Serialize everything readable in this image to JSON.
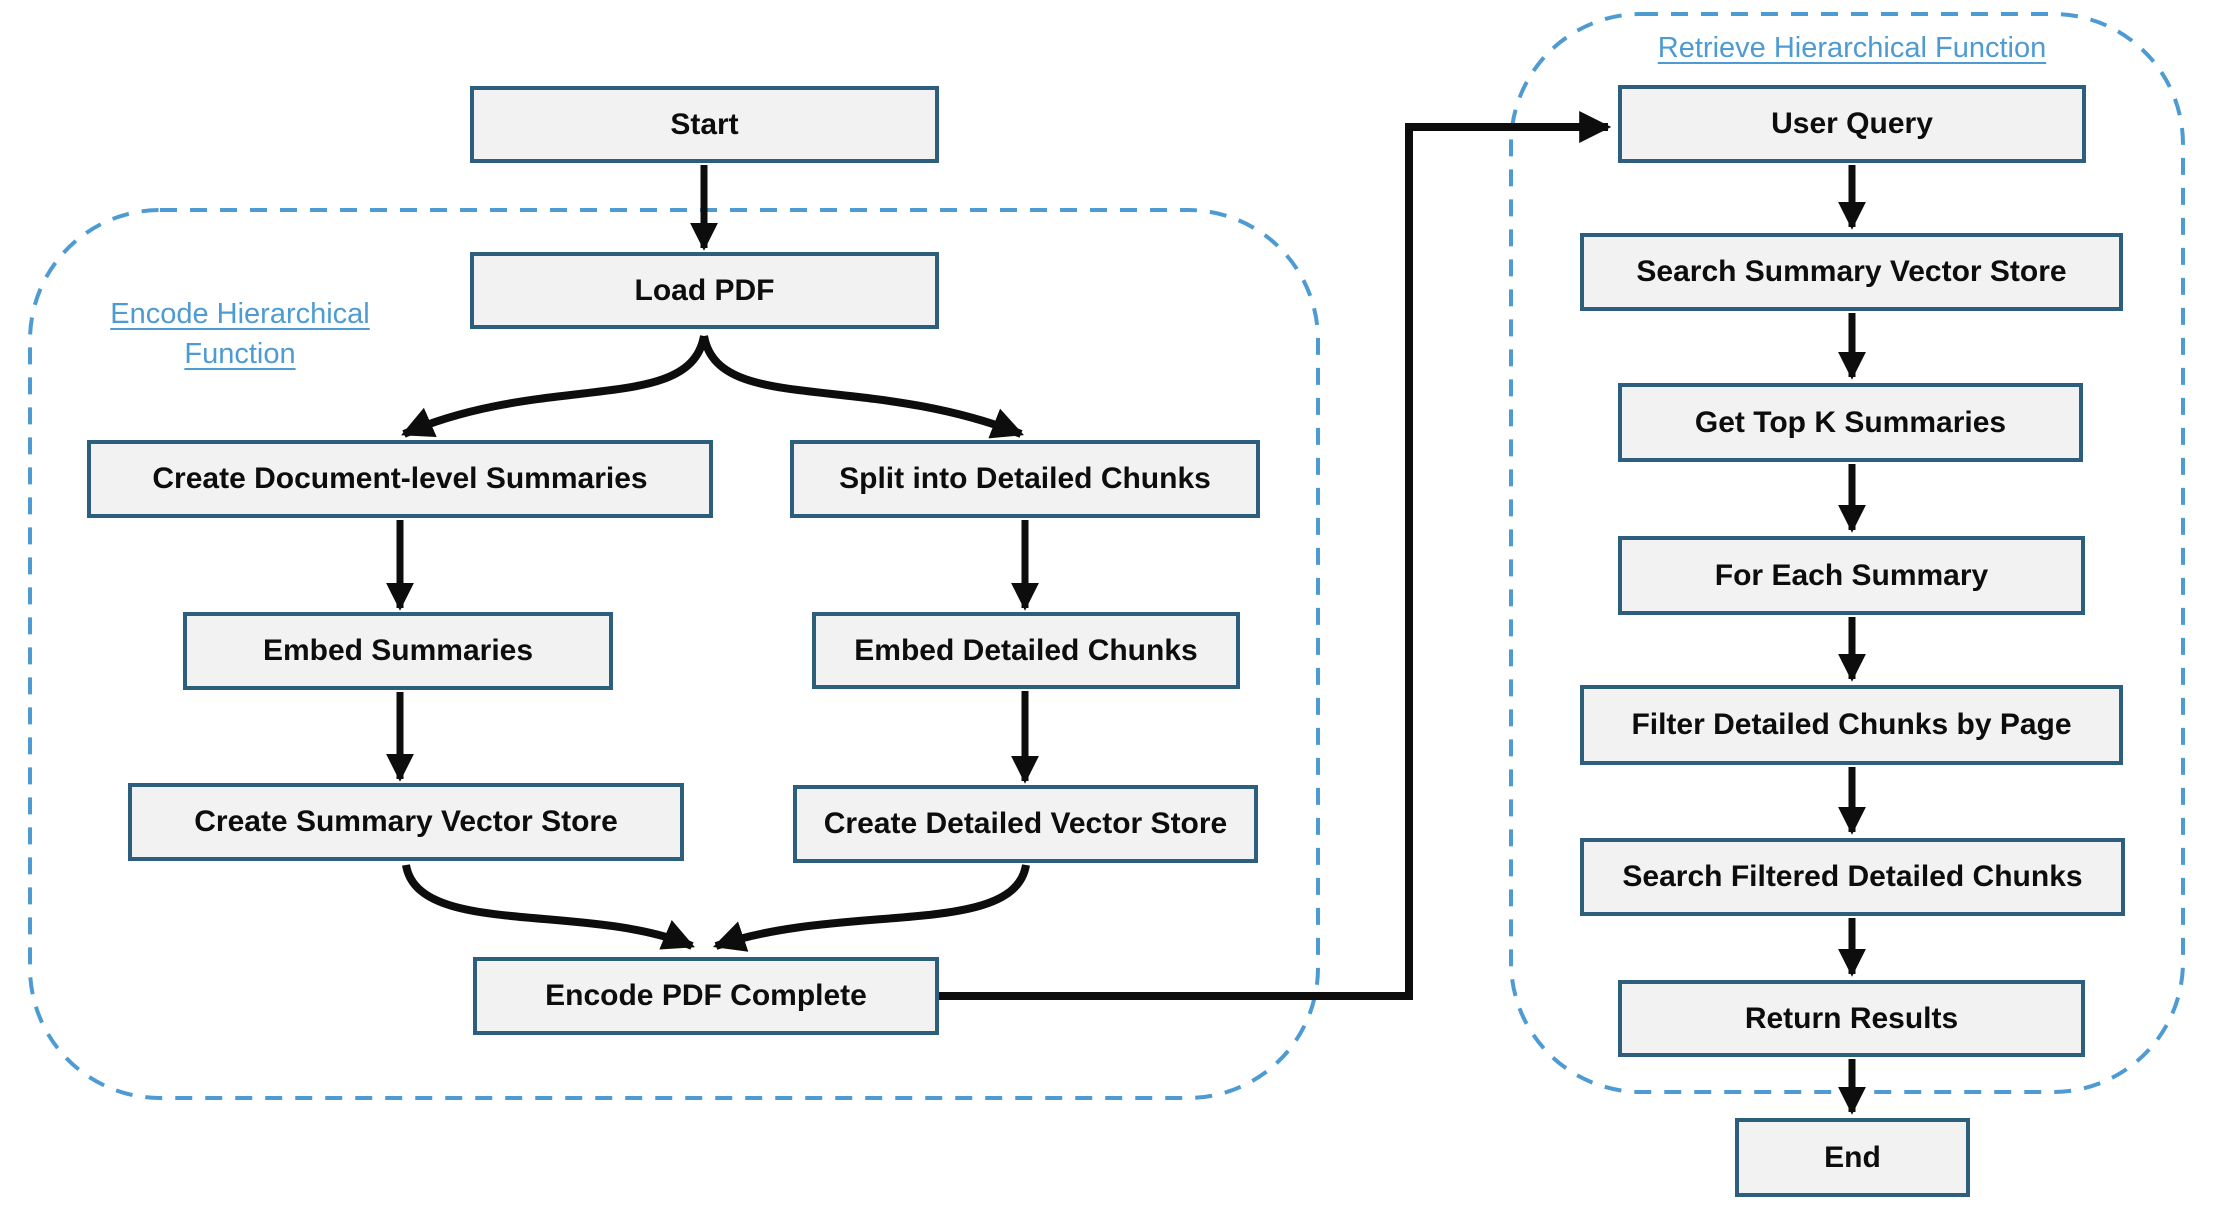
{
  "colors": {
    "accent_blue": "#4E9BD4",
    "node_border": "#2E5E7E",
    "node_fill": "#F2F2F2",
    "arrow_black": "#0D0D0D"
  },
  "encode_flow": {
    "group_label": "Encode Hierarchical Function",
    "nodes": {
      "start": "Start",
      "load_pdf": "Load PDF",
      "create_doc_summaries": "Create Document-level Summaries",
      "split_detailed_chunks": "Split into Detailed Chunks",
      "embed_summaries": "Embed Summaries",
      "embed_detailed_chunks": "Embed Detailed Chunks",
      "create_summary_store": "Create Summary Vector Store",
      "create_detailed_store": "Create Detailed Vector Store",
      "encode_complete": "Encode PDF Complete"
    }
  },
  "retrieve_flow": {
    "group_label": "Retrieve Hierarchical Function",
    "nodes": {
      "user_query": "User Query",
      "search_summary_store": "Search Summary Vector Store",
      "get_top_k": "Get Top K Summaries",
      "for_each_summary": "For Each Summary",
      "filter_chunks_by_page": "Filter Detailed Chunks by Page",
      "search_filtered_chunks": "Search Filtered Detailed Chunks",
      "return_results": "Return Results",
      "end": "End"
    }
  }
}
